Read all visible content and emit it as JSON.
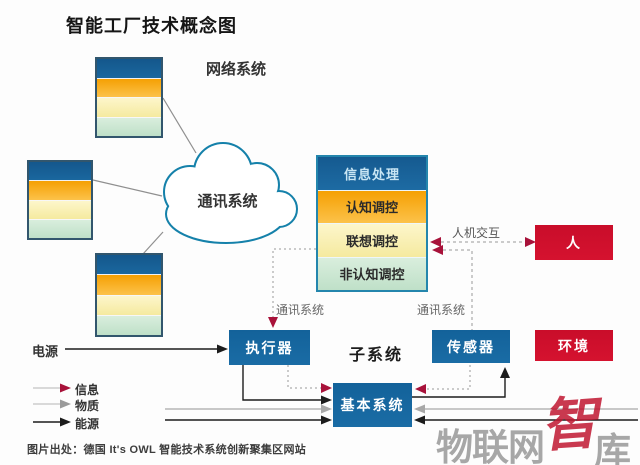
{
  "title": "智能工厂技术概念图",
  "labels": {
    "network_system": "网络系统",
    "comm_system": "通讯系统",
    "hmi": "人机交互",
    "subsystem": "子系统",
    "power": "电源"
  },
  "info_stack": {
    "header": "信息处理",
    "layers": [
      "认知调控",
      "联想调控",
      "非认知调控"
    ]
  },
  "boxes": {
    "actuator": "执行器",
    "sensor": "传感器",
    "base_system": "基本系统",
    "human": "人",
    "environment": "环境"
  },
  "legend": [
    {
      "label": "信息",
      "color": "#a8123a"
    },
    {
      "label": "物质",
      "color": "#9a9a9a"
    },
    {
      "label": "能源",
      "color": "#1c1c1c"
    }
  ],
  "caption": "图片出处：德国 It's OWL 智能技术系统创新聚集区网站",
  "watermark": {
    "part1": "物联网",
    "part2": "智",
    "part3": "库"
  },
  "colors": {
    "layer_blue": "#1a679e",
    "layer_orange": "#f8a913",
    "layer_pale_yellow": "#faf0c0",
    "layer_pale_green": "#cfe9d4",
    "box_blue": "#1568a1",
    "box_red": "#cb0f2c",
    "cloud_teal": "#1581aa",
    "arrow_red": "#a8123a",
    "arrow_gray": "#9a9a9a",
    "arrow_black": "#1c1c1c"
  }
}
